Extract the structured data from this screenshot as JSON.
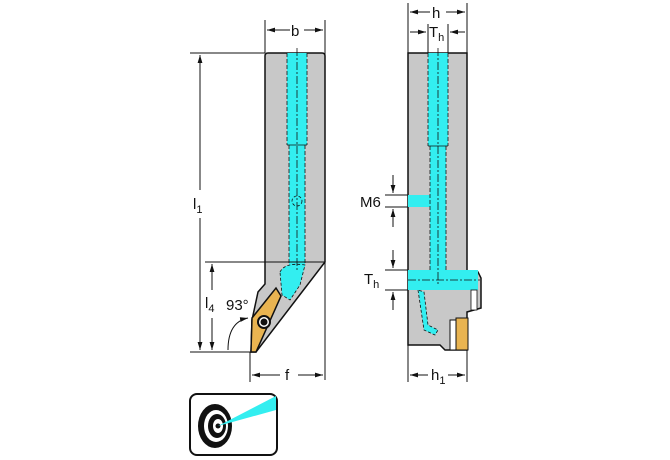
{
  "side_view": {
    "label_b": "b",
    "label_l1": "l",
    "label_l1_sub": "1",
    "label_l4": "l",
    "label_l4_sub": "4",
    "label_f": "f",
    "angle": "93°"
  },
  "front_view": {
    "label_h": "h",
    "label_th": "T",
    "label_th_sub": "h",
    "label_m6": "M6",
    "label_th2": "T",
    "label_th2_sub": "h",
    "label_h1": "h",
    "label_h1_sub": "1"
  },
  "colors": {
    "body": "#c8c8c8",
    "coolant": "#33eef0",
    "insert": "#e9b451"
  },
  "icons": {
    "coolant_target": "target-with-coolant-jet-icon"
  }
}
